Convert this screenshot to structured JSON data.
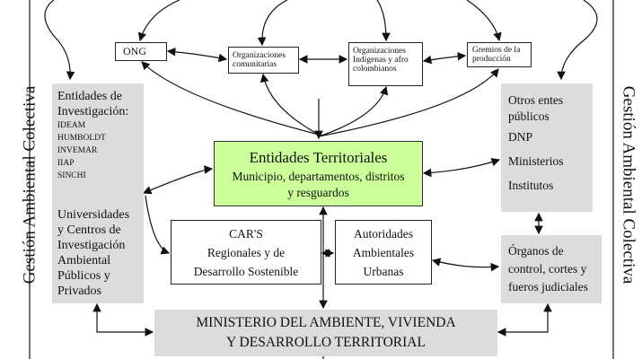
{
  "side_label_left": "Gestión Ambiental Colectiva",
  "side_label_right": "Gestión Ambiental Colectiva",
  "top_nodes": [
    "ONG",
    "Organizaciones comunitarias",
    "Organizaciones Indígenas y afro colombianos",
    "Gremios de la producción"
  ],
  "left_box": {
    "title1": "Entidades de",
    "title2": "Investigación:",
    "items": [
      "IDEAM",
      "HUMBOLDT",
      "INVEMAR",
      "IIAP",
      "SINCHI"
    ],
    "lower": [
      "Universidades",
      "y Centros de",
      "Investigación",
      "Ambiental",
      "Públicos y",
      "Privados"
    ]
  },
  "right_top_box": [
    "Otros entes",
    "públicos",
    "DNP",
    "Ministerios",
    "Institutos"
  ],
  "right_bottom_box": [
    "Órganos de",
    "control, cortes y",
    "fueros judiciales"
  ],
  "center": {
    "title": "Entidades Territoriales",
    "line1": "Municipio, departamentos, distritos",
    "line2": "y resguardos",
    "color": "#ccff99"
  },
  "cars": [
    "CAR'S",
    "Regionales y de",
    "Desarrollo Sostenible"
  ],
  "autoridades": [
    "Autoridades",
    "Ambientales",
    "Urbanas"
  ],
  "ministerio": [
    "MINISTERIO DEL AMBIENTE, VIVIENDA",
    "Y DESARROLLO TERRITORIAL"
  ]
}
